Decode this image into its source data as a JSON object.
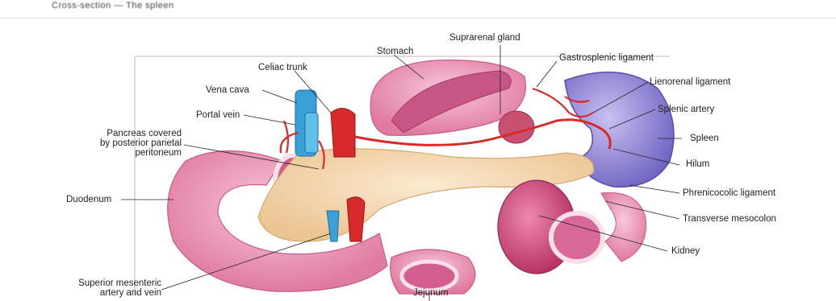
{
  "header": {
    "text": "Cross-section — The spleen"
  },
  "diagram": {
    "labels": {
      "stomach": "Stomach",
      "suprarenal_gland": "Suprarenal gland",
      "celiac_trunk": "Celiac trunk",
      "gastrosplenic_ligament": "Gastrosplenic ligament",
      "vena_cava": "Vena cava",
      "lienorenal_ligament": "Lienorenal ligament",
      "portal_vein": "Portal vein",
      "splenic_artery": "Splenic artery",
      "pancreas_line1": "Pancreas covered",
      "pancreas_line2": "by posterior parietal",
      "pancreas_line3": "peritoneum",
      "spleen": "Spleen",
      "hilum": "Hilum",
      "duodenum": "Duodenum",
      "phrenicocolic_ligament": "Phrenicocolic ligament",
      "transverse_mesocolon": "Transverse mesocolon",
      "kidney": "Kidney",
      "sma_line1": "Superior mesenteric",
      "sma_line2": "artery and vein",
      "jejunum": "Jejunum"
    },
    "colors": {
      "intestine": "#e98fb0",
      "pancreas": "#f4d9b0",
      "spleen": "#8a7fd0",
      "artery": "#d82a2a",
      "vein": "#3aa0d8",
      "kidney": "#d0487a",
      "label": "#222222"
    }
  }
}
